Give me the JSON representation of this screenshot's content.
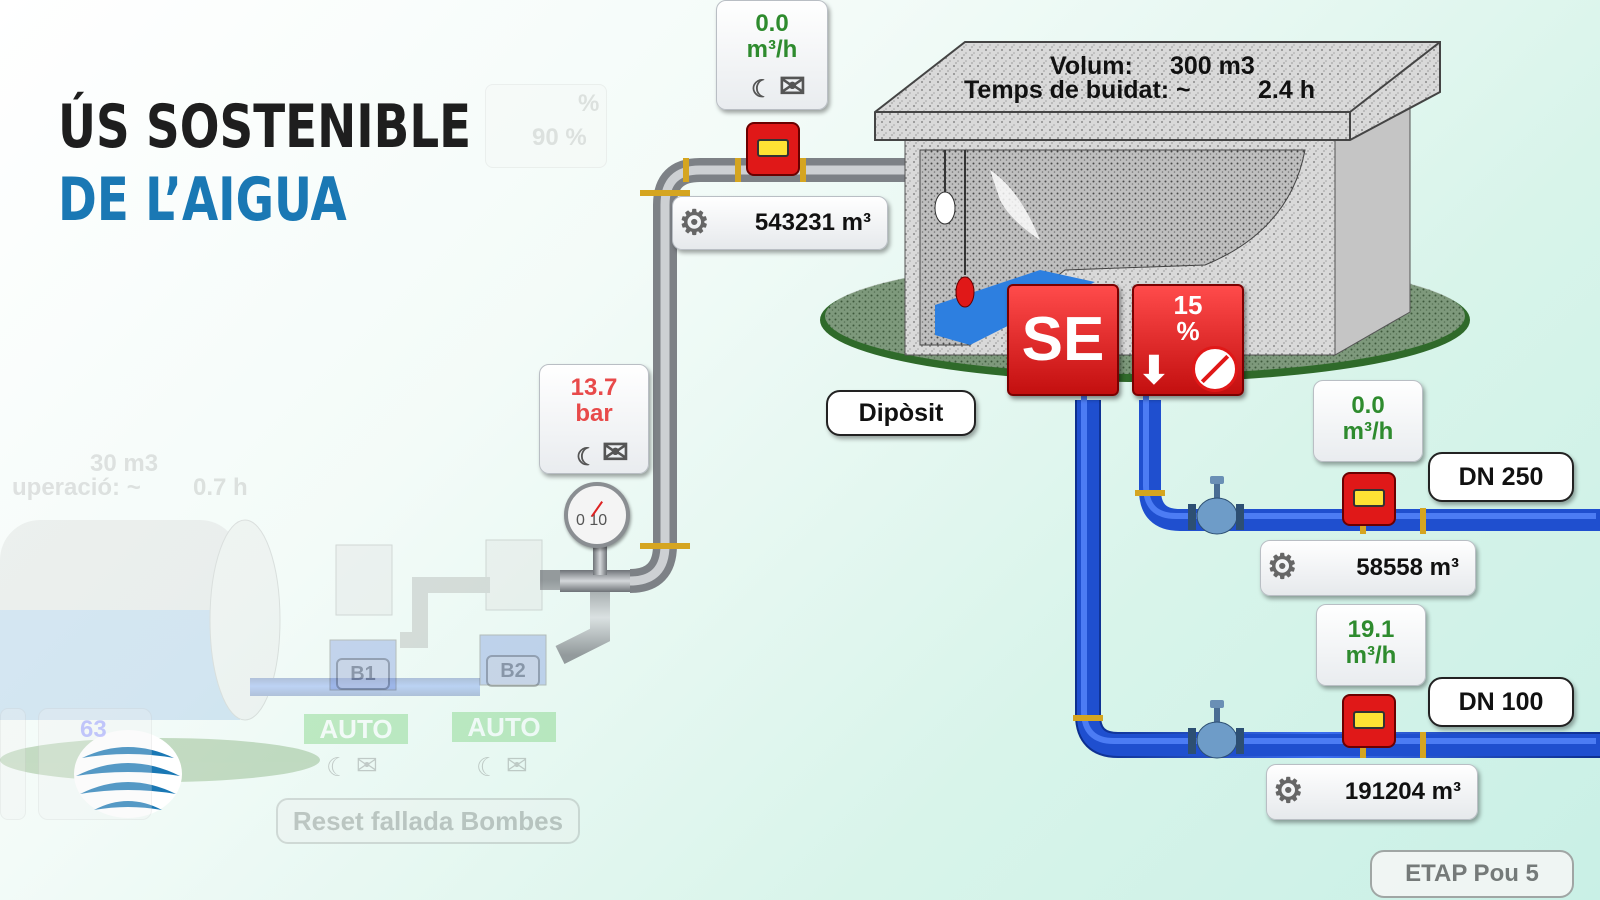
{
  "heading": {
    "line1": "ÚS SOSTENIBLE",
    "line2": "DE L’AIGUA",
    "line1_color": "#1e1e1e",
    "line2_color": "#1a78b4"
  },
  "tank": {
    "volume_label": "Volum:",
    "volume_value": "300 m3",
    "empty_time_label": "Temps de buidat: ~",
    "empty_time_value": "2.4 h",
    "name": "Dipòsit"
  },
  "inlet": {
    "flow_value": "0.0",
    "flow_unit": "m³/h",
    "counter": "543231 m³"
  },
  "pressure": {
    "value": "13.7",
    "unit": "bar",
    "gauge_label": "0 10"
  },
  "se_button": {
    "label": "SE"
  },
  "level_button": {
    "value": "15",
    "unit": "%"
  },
  "dn250": {
    "label": "DN 250",
    "flow_value": "0.0",
    "flow_unit": "m³/h",
    "counter": "58558 m³"
  },
  "dn100": {
    "label": "DN 100",
    "flow_value": "19.1",
    "flow_unit": "m³/h",
    "counter": "191204 m³"
  },
  "pumps": {
    "b1_label": "B1",
    "b2_label": "B2",
    "b1_mode": "AUTO",
    "b2_mode": "AUTO",
    "reset_label": "Reset fallada Bombes"
  },
  "left_panel": {
    "pct_partial": "%",
    "pct_value": "90 %",
    "volume_value": "30 m3",
    "recovery_label": "uperació: ~",
    "recovery_value": "0.7 h",
    "level_value": "63"
  },
  "footer_button": {
    "label": "ETAP Pou 5"
  },
  "colors": {
    "water_pipe": "#1f4fcf",
    "grey_pipe": "#8e9296",
    "alarm_red": "#d51c1c",
    "flow_green": "#2e8b2e",
    "pressure_red": "#e84a4a"
  },
  "icons": [
    "moon-icon",
    "envelope-icon",
    "gear-icon",
    "arrow-down-icon",
    "no-symbol-icon",
    "valve-icon",
    "flowmeter-icon",
    "pressure-gauge-icon",
    "logo-icon"
  ]
}
